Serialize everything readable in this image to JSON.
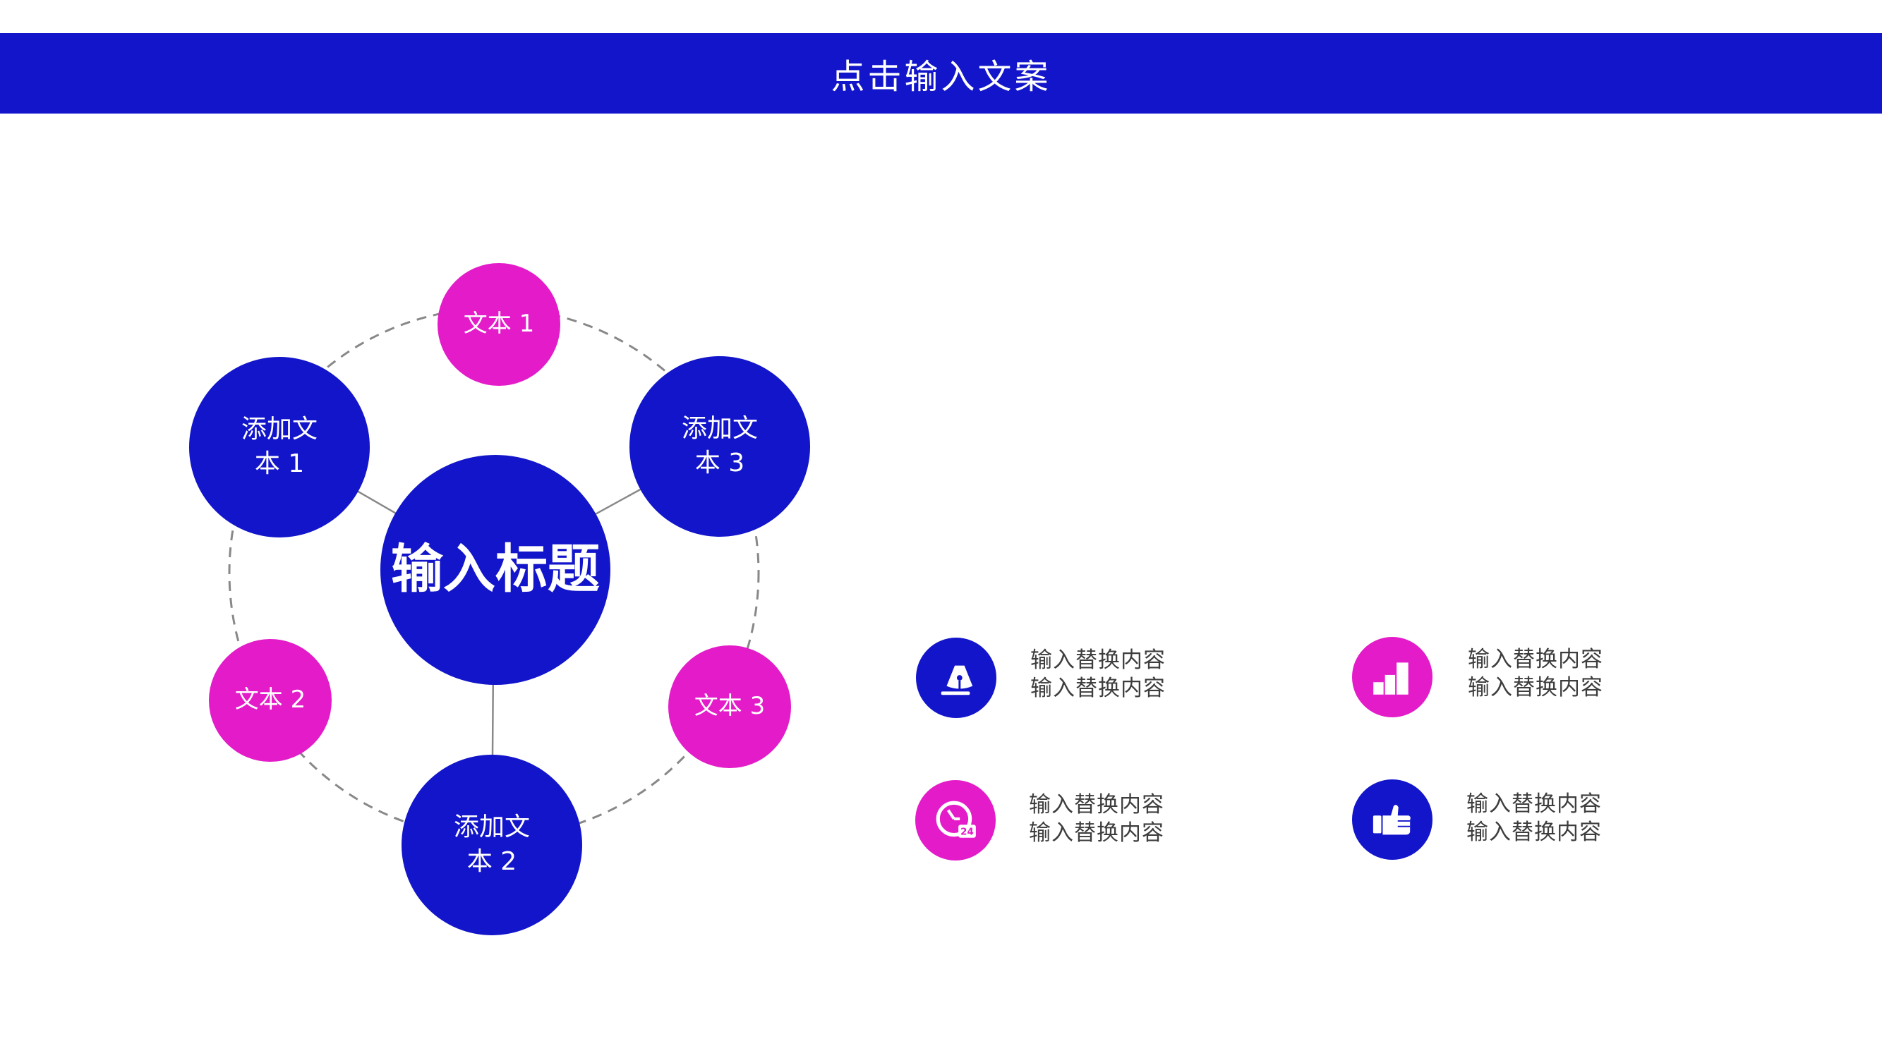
{
  "header": {
    "title": "点击输入文案"
  },
  "diagram": {
    "center": {
      "label": "输入标题"
    },
    "main_nodes": [
      {
        "label": "添加文\n本 1"
      },
      {
        "label": "添加文\n本 3"
      },
      {
        "label": "添加文\n本 2"
      }
    ],
    "minor_nodes": [
      {
        "label": "文本 1"
      },
      {
        "label": "文本 2"
      },
      {
        "label": "文本 3"
      }
    ]
  },
  "features": [
    {
      "icon": "pen-nib-icon",
      "color": "#1215c9",
      "line1": "输入替换内容",
      "line2": "输入替换内容"
    },
    {
      "icon": "bar-blocks-icon",
      "color": "#e31bc8",
      "line1": "输入替换内容",
      "line2": "输入替换内容"
    },
    {
      "icon": "clock-24-icon",
      "color": "#e31bc8",
      "line1": "输入替换内容",
      "line2": "输入替换内容"
    },
    {
      "icon": "pointing-hand-icon",
      "color": "#1215c9",
      "line1": "输入替换内容",
      "line2": "输入替换内容"
    }
  ],
  "colors": {
    "primary": "#1215c9",
    "accent": "#e31bc8",
    "line": "#888888"
  }
}
